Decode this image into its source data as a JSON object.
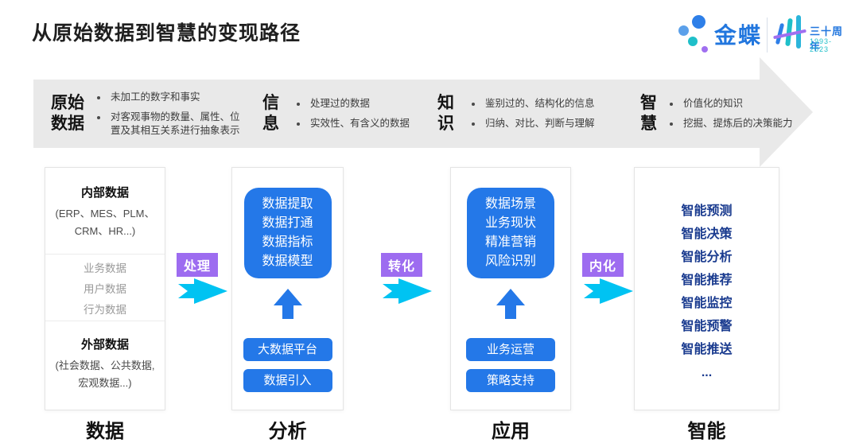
{
  "title": "从原始数据到智慧的变现路径",
  "logo": {
    "brand": "金蝶",
    "anniversary": "三十周年",
    "years": "1993-2023"
  },
  "stages": [
    {
      "heading_lines": [
        "原始",
        "数据"
      ],
      "bullets": [
        "未加工的数字和事实",
        "对客观事物的数量、属性、位置及其相互关系进行抽象表示"
      ]
    },
    {
      "heading_lines": [
        "信",
        "息"
      ],
      "bullets": [
        "处理过的数据",
        "实效性、有含义的数据"
      ]
    },
    {
      "heading_lines": [
        "知",
        "识"
      ],
      "bullets": [
        "鉴别过的、结构化的信息",
        "归纳、对比、判断与理解"
      ]
    },
    {
      "heading_lines": [
        "智",
        "慧"
      ],
      "bullets": [
        "价值化的知识",
        "挖掘、提炼后的决策能力"
      ]
    }
  ],
  "connectors": [
    {
      "label": "处理"
    },
    {
      "label": "转化"
    },
    {
      "label": "内化"
    }
  ],
  "columns": [
    {
      "label": "数据",
      "internal": {
        "title": "内部数据",
        "sub_lines": [
          "(ERP、MES、PLM、",
          "CRM、HR...)"
        ]
      },
      "middle_items": [
        "业务数据",
        "用户数据",
        "行为数据"
      ],
      "external": {
        "title": "外部数据",
        "sub_lines": [
          "(社会数据、公共数据,",
          "宏观数据...)"
        ]
      }
    },
    {
      "label": "分析",
      "box_lines": [
        "数据提取",
        "数据打通",
        "数据指标",
        "数据模型"
      ],
      "buttons": [
        "大数据平台",
        "数据引入"
      ]
    },
    {
      "label": "应用",
      "box_lines": [
        "数据场景",
        "业务现状",
        "精准营销",
        "风险识别"
      ],
      "buttons": [
        "业务运营",
        "策略支持"
      ]
    },
    {
      "label": "智能",
      "items": [
        "智能预测",
        "智能决策",
        "智能分析",
        "智能推荐",
        "智能监控",
        "智能预警",
        "智能推送",
        "..."
      ]
    }
  ],
  "icons": {
    "band_arrow": "right-banner-arrow",
    "flow_arrow": "right-block-arrow",
    "up_arrow": "up-block-arrow",
    "logo_mark": "kingdee-dots",
    "anniversary_mark": "30th-anniversary-strokes"
  },
  "colors": {
    "accent_blue": "#2478E8",
    "navy_text": "#1A3B8F",
    "purple_label": "#9D6CF0",
    "cyan_arrow": "#00C3F2",
    "band_gray": "#E9E9E9",
    "brand_blue": "#2176DE",
    "brand_teal": "#1FBFC9",
    "brand_purple": "#A06FF0"
  }
}
